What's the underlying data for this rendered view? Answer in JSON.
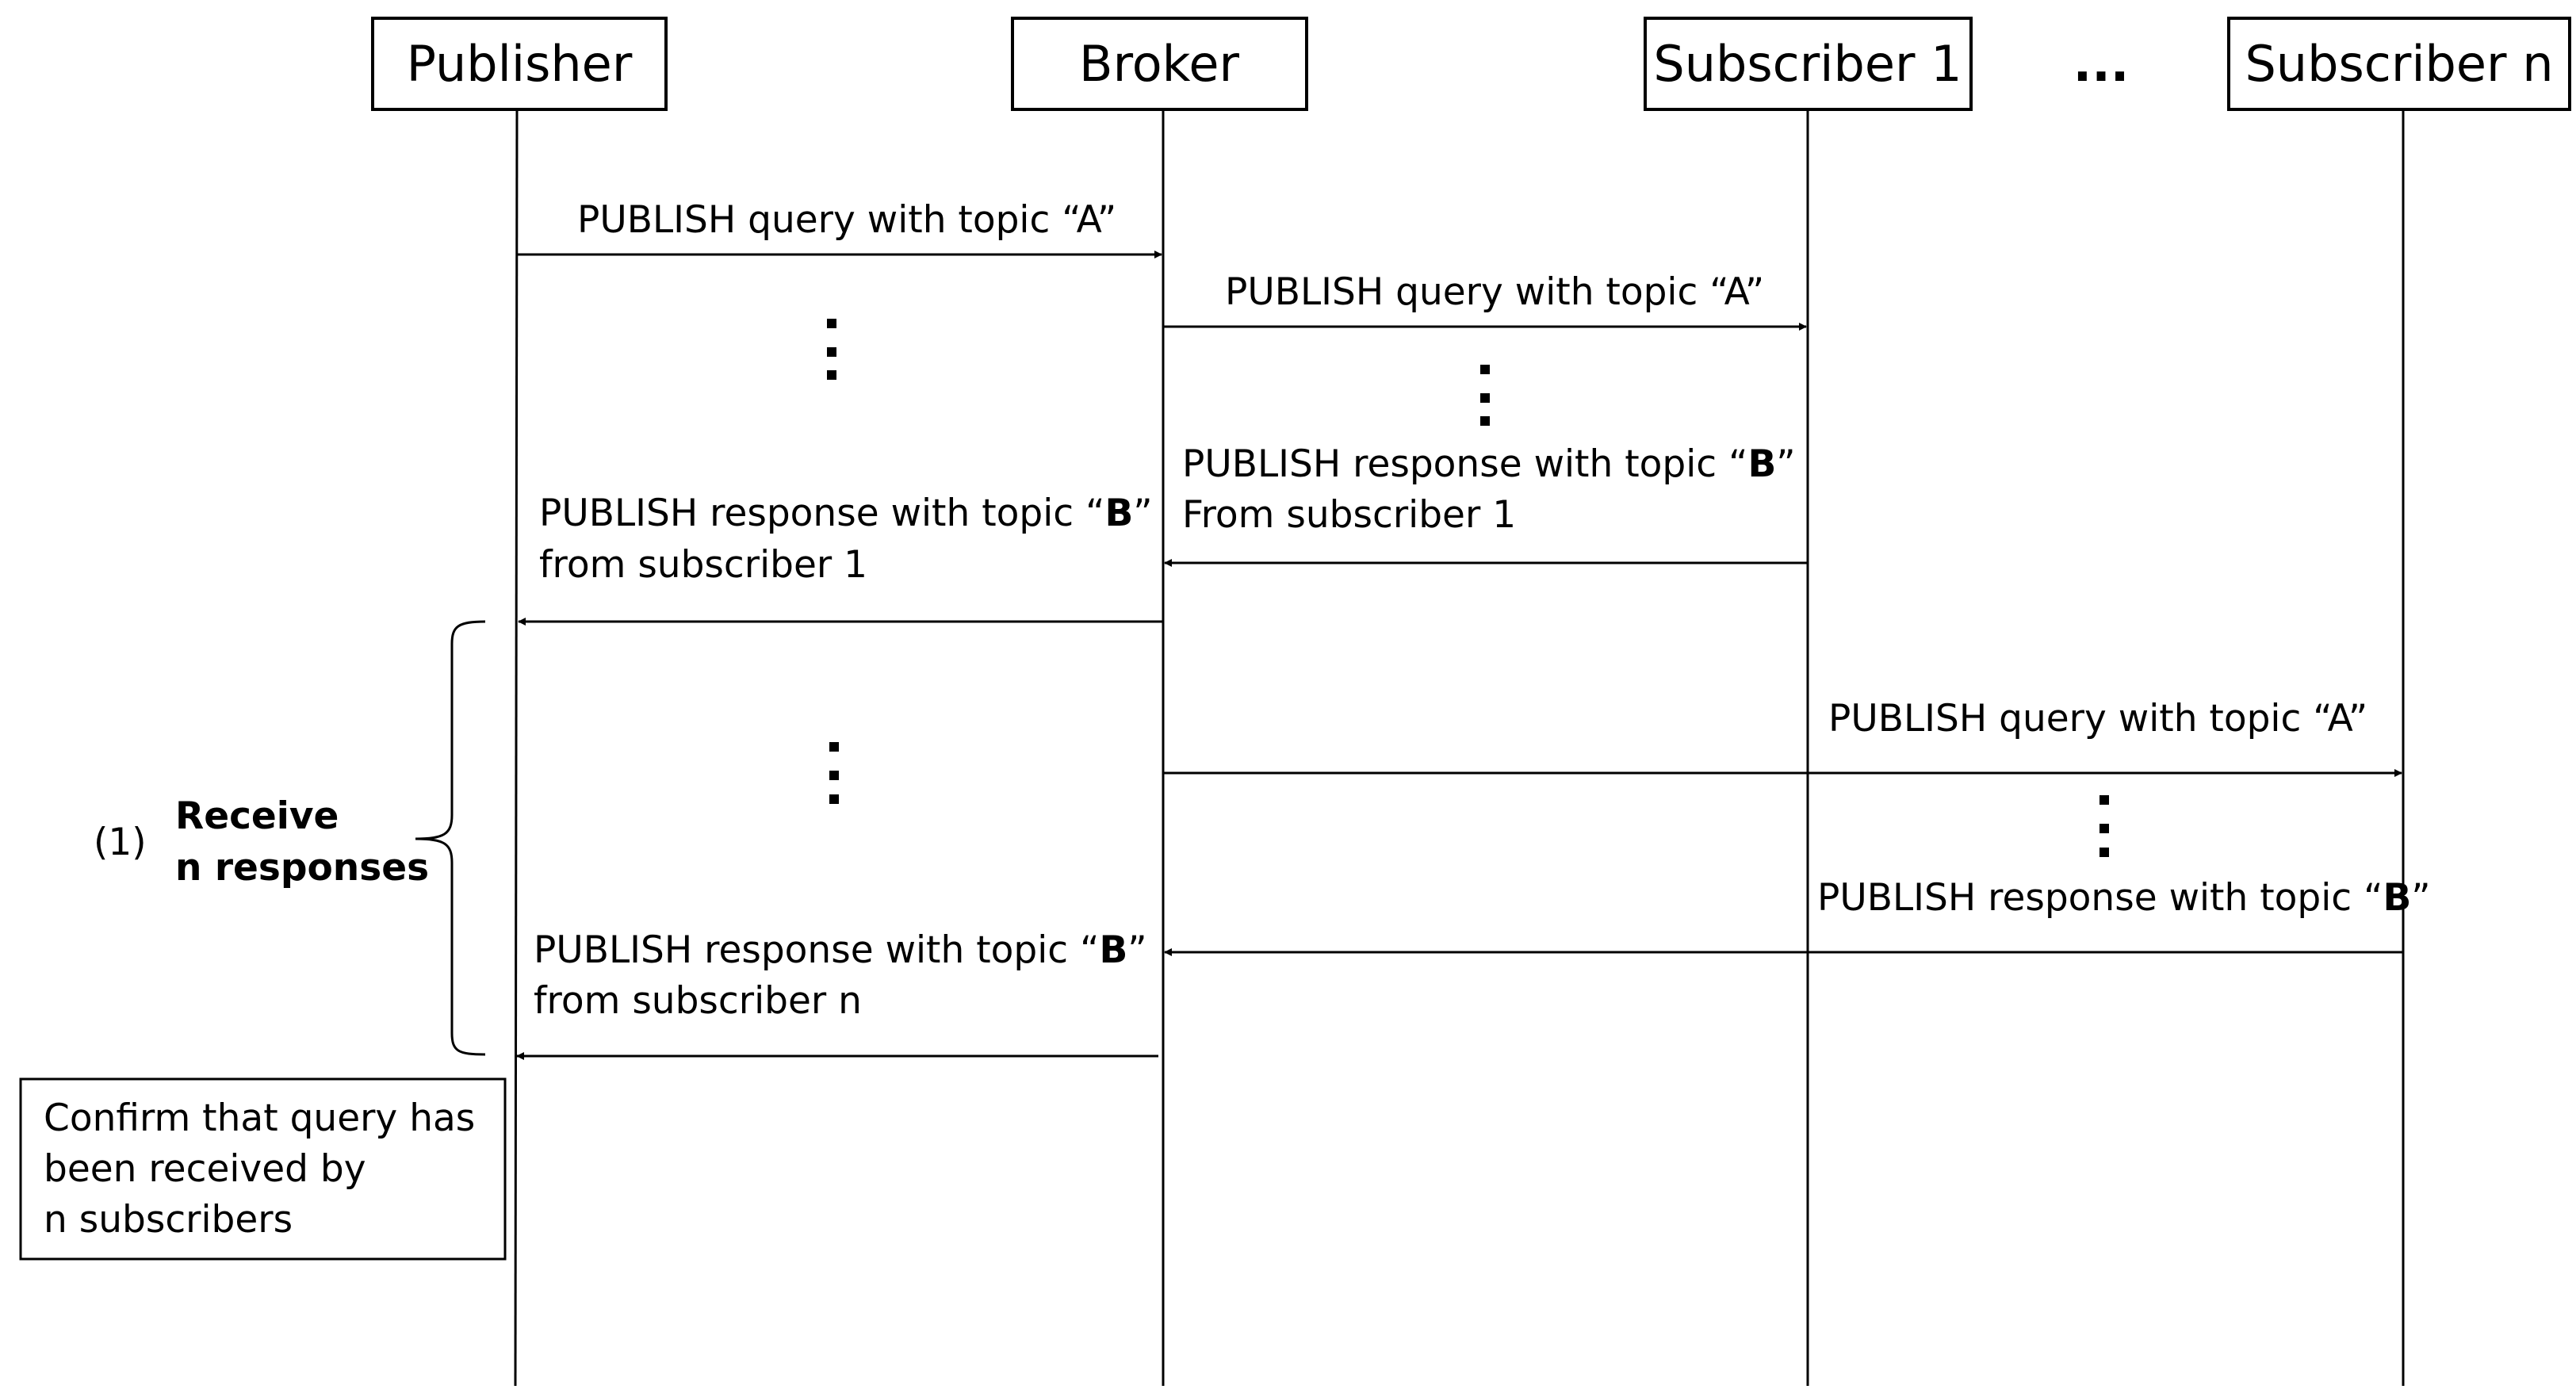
{
  "participants": [
    {
      "id": "publisher",
      "label": "Publisher"
    },
    {
      "id": "broker",
      "label": "Broker"
    },
    {
      "id": "subscriber1",
      "label": "Subscriber 1"
    },
    {
      "id": "subscribern",
      "label": "Subscriber n"
    }
  ],
  "ellipsis": "...",
  "messages": [
    {
      "id": "pub-to-broker-query",
      "line1_pre": "PUBLISH query with topic “A”"
    },
    {
      "id": "broker-to-sub1-query",
      "line1_pre": "PUBLISH query with topic “A”"
    },
    {
      "id": "sub1-to-broker-response",
      "line1_pre": "PUBLISH response with topic “",
      "line1_bold": "B",
      "line1_post": "”",
      "line2": "From subscriber 1"
    },
    {
      "id": "broker-to-pub-response1",
      "line1_pre": "PUBLISH response with topic “",
      "line1_bold": "B",
      "line1_post": "”",
      "line2": "from subscriber 1"
    },
    {
      "id": "broker-to-subn-query",
      "line1_pre": "PUBLISH query with topic “A”"
    },
    {
      "id": "subn-to-broker-response",
      "line1_pre": "PUBLISH response with topic “",
      "line1_bold": "B",
      "line1_post": "”"
    },
    {
      "id": "broker-to-pub-responsen",
      "line1_pre": "PUBLISH response with topic “",
      "line1_bold": "B",
      "line1_post": "”",
      "line2": "from subscriber n"
    }
  ],
  "annotation": {
    "number": "(1)",
    "line1": "Receive",
    "line2": "n responses"
  },
  "note": {
    "line1": "Confirm that query has",
    "line2": "been received by",
    "line3": "n subscribers"
  }
}
